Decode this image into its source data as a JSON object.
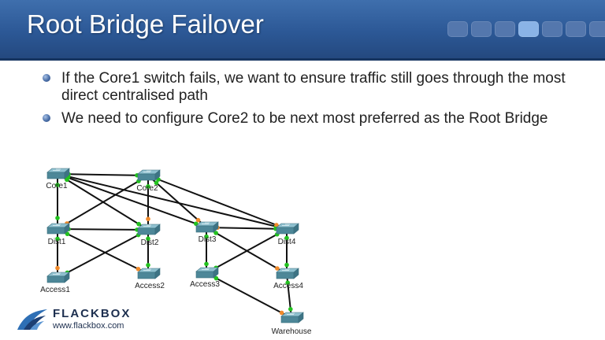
{
  "slide": {
    "title": "Root Bridge Failover",
    "progress": {
      "total": 7,
      "current": 4
    },
    "bullets": [
      "If the Core1 switch fails, we want to ensure traffic still goes through the most direct centralised path",
      "We need to configure Core2 to be next most preferred as the Root Bridge"
    ]
  },
  "topology": {
    "nodes": [
      {
        "id": "core1",
        "label": "Core1"
      },
      {
        "id": "core2",
        "label": "Core2"
      },
      {
        "id": "dist1",
        "label": "Dist1"
      },
      {
        "id": "dist2",
        "label": "Dist2"
      },
      {
        "id": "dist3",
        "label": "Dist3"
      },
      {
        "id": "dist4",
        "label": "Dist4"
      },
      {
        "id": "access1",
        "label": "Access1"
      },
      {
        "id": "access2",
        "label": "Access2"
      },
      {
        "id": "access3",
        "label": "Access3"
      },
      {
        "id": "access4",
        "label": "Access4"
      },
      {
        "id": "warehouse",
        "label": "Warehouse"
      }
    ],
    "links": [
      {
        "from": "core1",
        "to": "core2",
        "a": "green",
        "b": "green"
      },
      {
        "from": "core1",
        "to": "dist1",
        "a": "green",
        "b": "green"
      },
      {
        "from": "core1",
        "to": "dist2",
        "a": "green",
        "b": "green"
      },
      {
        "from": "core1",
        "to": "dist3",
        "a": "green",
        "b": "green"
      },
      {
        "from": "core1",
        "to": "dist4",
        "a": "green",
        "b": "green"
      },
      {
        "from": "core2",
        "to": "dist1",
        "a": "green",
        "b": "orange"
      },
      {
        "from": "core2",
        "to": "dist2",
        "a": "green",
        "b": "orange"
      },
      {
        "from": "core2",
        "to": "dist3",
        "a": "green",
        "b": "orange"
      },
      {
        "from": "core2",
        "to": "dist4",
        "a": "green",
        "b": "orange"
      },
      {
        "from": "dist1",
        "to": "dist2",
        "a": "green",
        "b": "green"
      },
      {
        "from": "dist3",
        "to": "dist4",
        "a": "orange",
        "b": "green"
      },
      {
        "from": "dist1",
        "to": "access1",
        "a": "green",
        "b": "orange"
      },
      {
        "from": "dist1",
        "to": "access2",
        "a": "green",
        "b": "orange"
      },
      {
        "from": "dist2",
        "to": "access1",
        "a": "green",
        "b": "green"
      },
      {
        "from": "dist2",
        "to": "access2",
        "a": "green",
        "b": "green"
      },
      {
        "from": "dist3",
        "to": "access3",
        "a": "green",
        "b": "green"
      },
      {
        "from": "dist3",
        "to": "access4",
        "a": "green",
        "b": "orange"
      },
      {
        "from": "dist4",
        "to": "access3",
        "a": "green",
        "b": "green"
      },
      {
        "from": "dist4",
        "to": "access4",
        "a": "green",
        "b": "green"
      },
      {
        "from": "access3",
        "to": "warehouse",
        "a": "green",
        "b": "orange"
      },
      {
        "from": "access4",
        "to": "warehouse",
        "a": "green",
        "b": "green"
      }
    ]
  },
  "colors": {
    "header": "#2c5896",
    "link_up": "#22c21e",
    "link_blocked": "#f08a2b",
    "switch_top": "#8fc0cf",
    "switch_side": "#4d8798"
  },
  "logo": {
    "name": "FLACKBOX",
    "url": "www.flackbox.com",
    "icon": "flackbox-wing-logo"
  }
}
